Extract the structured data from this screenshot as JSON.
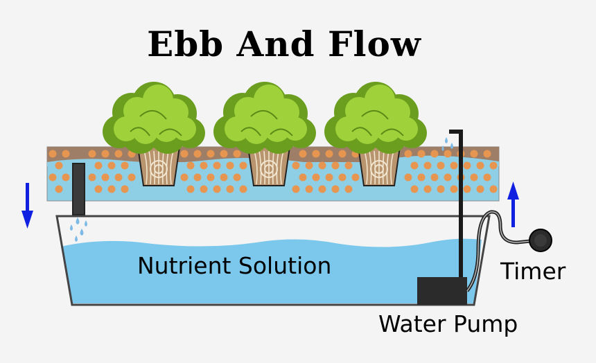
{
  "title": "Ebb And Flow",
  "labels": {
    "nutrient_solution": "Nutrient Solution",
    "timer": "Timer",
    "water_pump": "Water Pump"
  },
  "colors": {
    "background": "#f4f4f4",
    "grow_bed_soil": "#9e7e66",
    "grow_bed_water": "#8fcfe6",
    "clay_pebbles": "#e69650",
    "reservoir_water": "#7cc8ec",
    "lettuce_dark": "#6b9e1f",
    "lettuce_light": "#9fd23a",
    "pump": "#2b2b2b",
    "flow_arrows": "#1020e0",
    "droplets": "#7dbbe6"
  },
  "icons": [
    "drain-arrow-down-icon",
    "fill-arrow-up-icon",
    "water-droplet-icon",
    "lettuce-plant-icon"
  ]
}
